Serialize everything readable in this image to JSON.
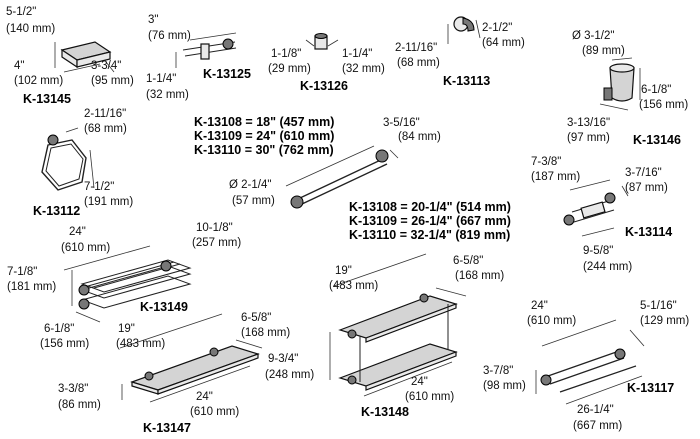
{
  "products": {
    "k13145": {
      "model": "K-13145",
      "dims": [
        "5-1/2\"",
        "(140 mm)",
        "4\"",
        "(102 mm)",
        "3-3/4\"",
        "(95 mm)"
      ]
    },
    "k13125": {
      "model": "K-13125",
      "dims": [
        "3\"",
        "(76 mm)",
        "1-1/4\"",
        "(32 mm)"
      ]
    },
    "k13126": {
      "model": "K-13126",
      "dims": [
        "1-1/8\"",
        "(29 mm)",
        "1-1/4\"",
        "(32 mm)"
      ]
    },
    "k13113": {
      "model": "K-13113",
      "dims": [
        "2-1/2\"",
        "(64 mm)",
        "2-11/16\"",
        "(68 mm)"
      ]
    },
    "k13146": {
      "model": "K-13146",
      "dims": [
        "Ø 3-1/2\"",
        "(89 mm)",
        "6-1/8\"",
        "(156 mm)",
        "3-13/16\"",
        "(97 mm)"
      ]
    },
    "k13112": {
      "model": "K-13112",
      "dims": [
        "2-11/16\"",
        "(68 mm)",
        "7-1/2\"",
        "(191 mm)"
      ]
    },
    "towelbar_top": {
      "lines": [
        "K-13108 = 18\" (457 mm)",
        "K-13109 = 24\" (610 mm)",
        "K-13110 = 30\" (762 mm)"
      ]
    },
    "towelbar_bottom": {
      "lines": [
        "K-13108 = 20-1/4\" (514 mm)",
        "K-13109 = 26-1/4\" (667 mm)",
        "K-13110 = 32-1/4\" (819 mm)"
      ]
    },
    "towelbar": {
      "dims": [
        "3-5/16\"",
        "(84 mm)",
        "Ø 2-1/4\"",
        "(57 mm)"
      ]
    },
    "k13114": {
      "model": "K-13114",
      "dims": [
        "7-3/8\"",
        "(187 mm)",
        "3-7/16\"",
        "(87 mm)",
        "9-5/8\"",
        "(244 mm)"
      ]
    },
    "k13149": {
      "model": "K-13149",
      "dims": [
        "24\"",
        "(610 mm)",
        "10-1/8\"",
        "(257 mm)",
        "7-1/8\"",
        "(181 mm)",
        "6-1/8\"",
        "(156 mm)"
      ]
    },
    "k13147": {
      "model": "K-13147",
      "dims": [
        "19\"",
        "(483 mm)",
        "6-5/8\"",
        "(168 mm)",
        "3-3/8\"",
        "(86 mm)",
        "24\"",
        "(610 mm)"
      ]
    },
    "k13148": {
      "model": "K-13148",
      "dims": [
        "19\"",
        "(483 mm)",
        "6-5/8\"",
        "(168 mm)",
        "9-3/4\"",
        "(248 mm)",
        "24\"",
        "(610 mm)"
      ]
    },
    "k13117": {
      "model": "K-13117",
      "dims": [
        "24\"",
        "(610 mm)",
        "5-1/16\"",
        "(129 mm)",
        "3-7/8\"",
        "(98 mm)",
        "26-1/4\"",
        "(667 mm)"
      ]
    }
  }
}
